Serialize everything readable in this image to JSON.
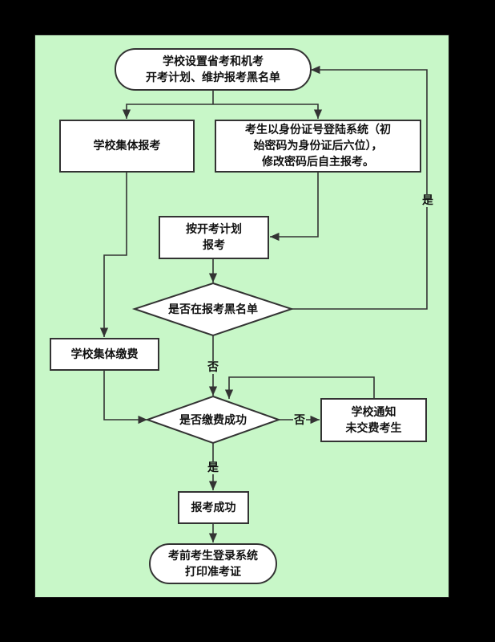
{
  "colors": {
    "background": "#000000",
    "panel": "#c8f7c8",
    "node_fill": "#ffffff",
    "stroke": "#333333"
  },
  "nodes": {
    "start": "学校设置省考和机考\n开考计划、维护报考黑名单",
    "school_register": "学校集体报考",
    "student_login": "考生以身份证号登陆系统（初\n始密码为身份证后六位），\n修改密码后自主报考。",
    "register_by_plan": "按开考计划\n报考",
    "blacklist_check": "是否在报考黑名单",
    "school_pay": "学校集体缴费",
    "pay_check": "是否缴费成功",
    "notify_unpaid": "学校通知\n未交费考生",
    "register_success": "报考成功",
    "print_ticket": "考前考生登录系统\n打印准考证"
  },
  "edge_labels": {
    "blacklist_yes": "是",
    "blacklist_no": "否",
    "pay_no": "否",
    "pay_yes": "是"
  }
}
